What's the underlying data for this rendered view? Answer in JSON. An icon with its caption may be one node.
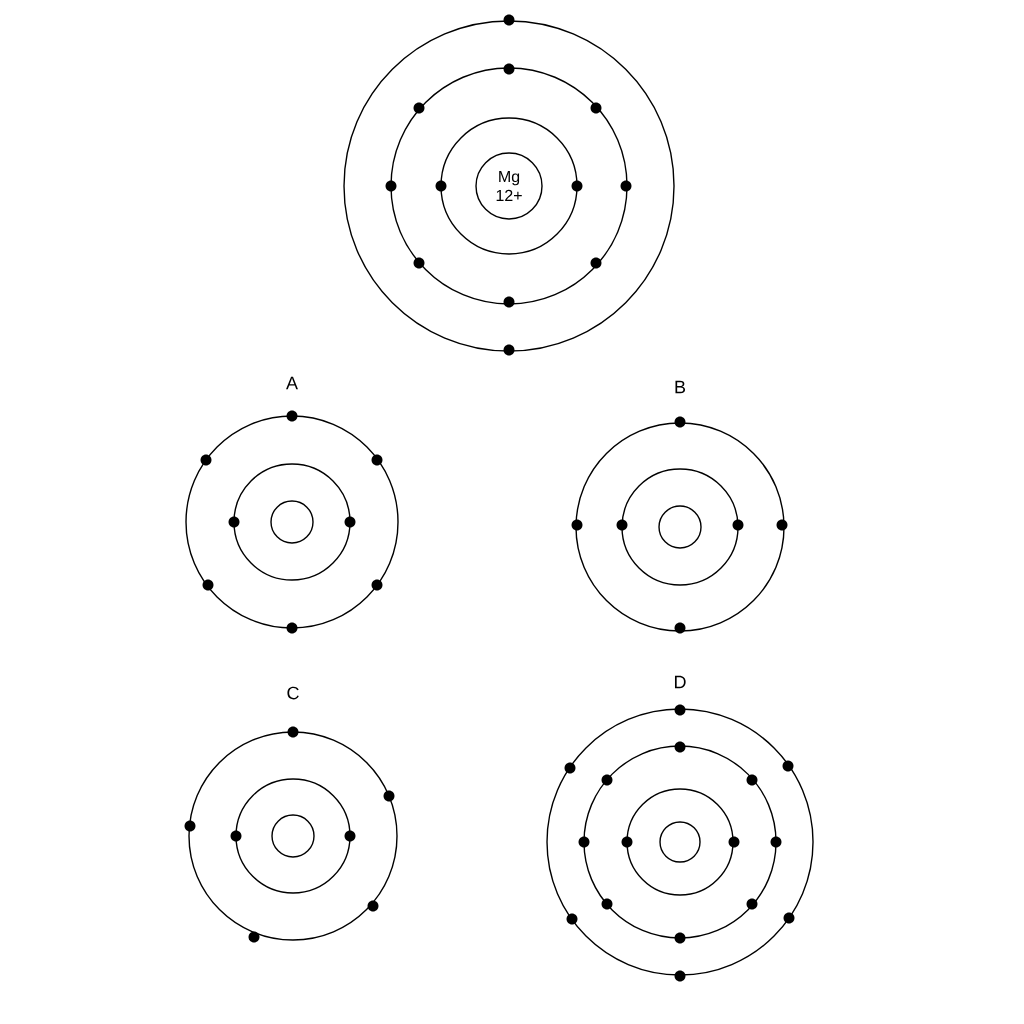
{
  "diagram": {
    "nodes": [
      {
        "text": [
          "Mg",
          "12+"
        ]
      },
      {
        "text": [],
        "shape": "circle"
      },
      {
        "text": [],
        "shape": "circle"
      },
      {
        "text": [],
        "shape": "circle"
      },
      {
        "text": [],
        "shape": "circle"
      }
    ],
    "labels": [
      "A",
      "B",
      "C",
      "D"
    ]
  }
}
